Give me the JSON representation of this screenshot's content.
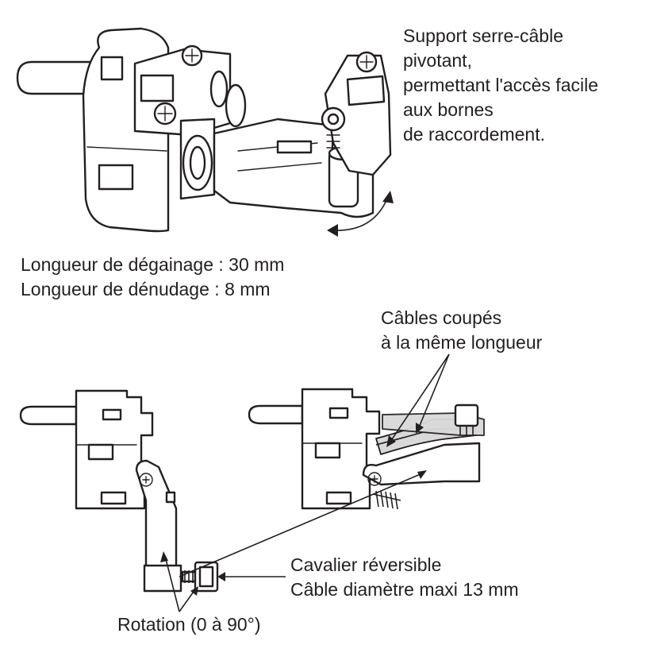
{
  "labels": {
    "support": [
      "Support serre-câble",
      "pivotant,",
      "permettant l'accès facile",
      "aux bornes",
      "de raccordement."
    ],
    "lengths": [
      "Longueur de dégainage : 30 mm",
      "Longueur de dénudage : 8 mm"
    ],
    "cables": [
      "Câbles coupés",
      "à la même longueur"
    ],
    "cavalier": [
      "Cavalier réversible",
      "Câble diamètre maxi 13 mm"
    ],
    "rotation": "Rotation (0 à 90°)"
  },
  "colors": {
    "ink": "#231f20",
    "cable_grey": "#d9d9d9",
    "background": "#ffffff"
  }
}
